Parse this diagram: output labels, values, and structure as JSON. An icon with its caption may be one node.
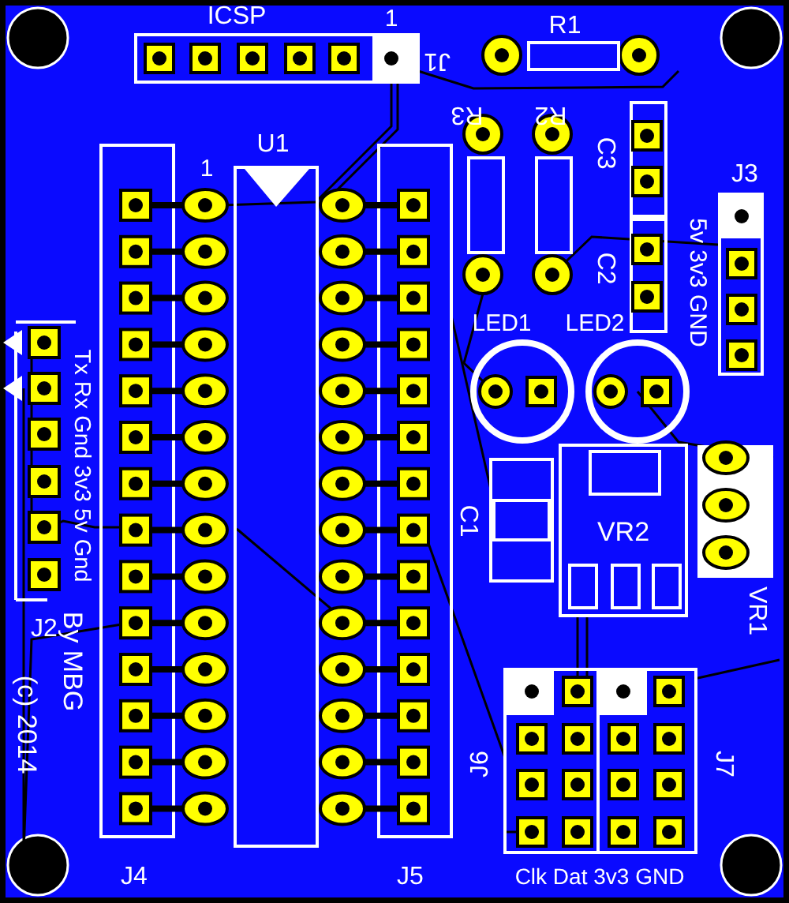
{
  "diagram": {
    "labels": [
      "ICSP",
      "1",
      "J1",
      "R1",
      "R3",
      "R2",
      "C3",
      "J3",
      "U1",
      "1",
      "5v 3v3 GND",
      "C2",
      "LED1",
      "LED2",
      "Tx Rx Gnd 3v3 5v Gnd",
      "C1",
      "VR2",
      "VR1",
      "J2",
      "By MBG",
      "(c) 2014",
      "J6",
      "J7",
      "J4",
      "J5",
      "Clk Dat 3v3 GND"
    ]
  }
}
